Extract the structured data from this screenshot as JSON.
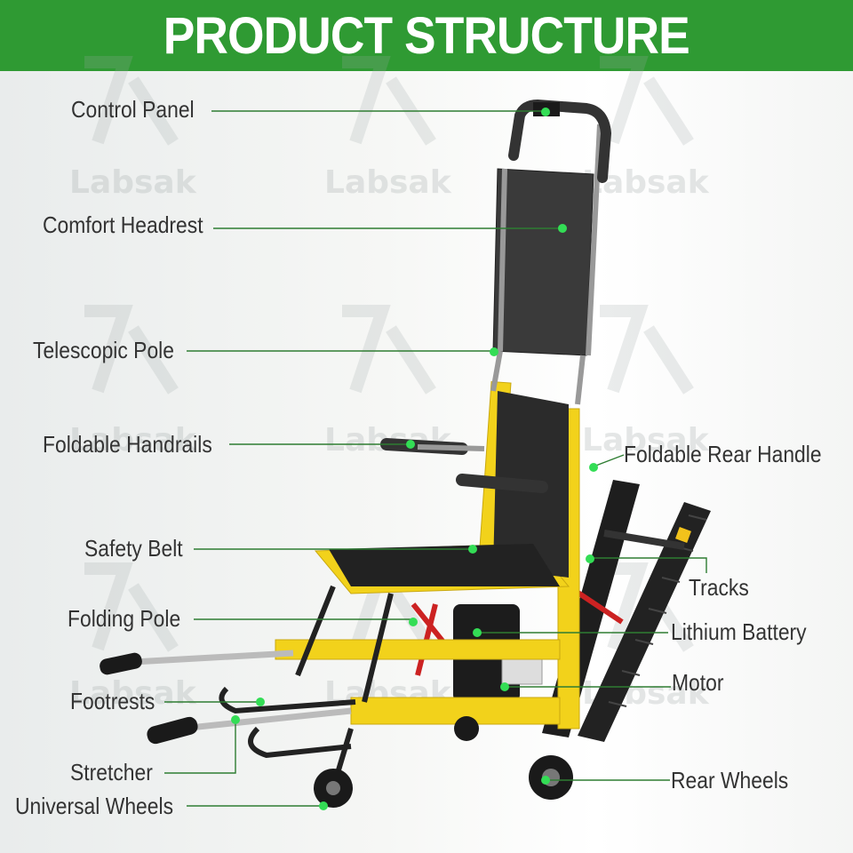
{
  "banner": {
    "title": "PRODUCT STRUCTURE",
    "color": "#2f9a33"
  },
  "watermark": {
    "text": "Labsak"
  },
  "colors": {
    "frame": "#f2d21b",
    "seat": "#2a2a2a",
    "leader": "#2e7d32",
    "dot": "#33dd55",
    "brace": "#cc2222"
  },
  "callouts": {
    "control_panel": "Control Panel",
    "comfort_headrest": "Comfort Headrest",
    "telescopic_pole": "Telescopic Pole",
    "foldable_handrails": "Foldable Handrails",
    "safety_belt": "Safety Belt",
    "folding_pole": "Folding Pole",
    "footrests": "Footrests",
    "stretcher": "Stretcher",
    "universal_wheels": "Universal Wheels",
    "foldable_rear_handle": "Foldable Rear Handle",
    "tracks": "Tracks",
    "lithium_battery": "Lithium Battery",
    "motor": "Motor",
    "rear_wheels": "Rear Wheels"
  }
}
